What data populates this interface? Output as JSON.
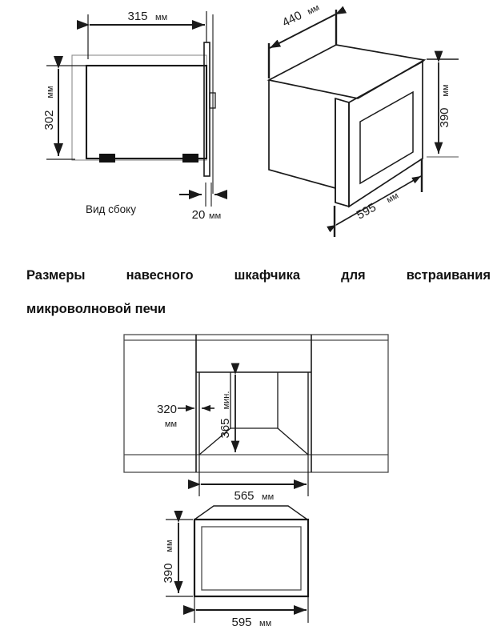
{
  "document": {
    "type": "technical-dimension-drawing",
    "subject": "Built-in microwave oven installation dimensions",
    "language": "ru",
    "units": "мм",
    "line_color": "#1a1a1a",
    "background_color": "#ffffff"
  },
  "heading": {
    "line1": "Размеры навесного шкафчика для встраивания",
    "line2": "микроволновой печи"
  },
  "views": {
    "side": {
      "caption": "Вид сбоку",
      "dimensions": {
        "depth": {
          "value": "315",
          "unit": "мм"
        },
        "height": {
          "value": "302",
          "unit": "мм"
        },
        "door_gap": {
          "value": "20",
          "unit": "мм"
        }
      }
    },
    "isometric": {
      "dimensions": {
        "depth": {
          "value": "440",
          "unit": "мм"
        },
        "height": {
          "value": "390",
          "unit": "мм"
        },
        "width": {
          "value": "595",
          "unit": "мм"
        }
      }
    },
    "cabinet": {
      "dimensions": {
        "shelf_depth": {
          "value": "320",
          "unit": "мм"
        },
        "niche_height": {
          "value": "365",
          "unit": "мин."
        },
        "niche_width": {
          "value": "565",
          "unit": "мм"
        }
      }
    },
    "front": {
      "dimensions": {
        "height": {
          "value": "390",
          "unit": "мм"
        },
        "width": {
          "value": "595",
          "unit": "мм"
        }
      }
    }
  }
}
